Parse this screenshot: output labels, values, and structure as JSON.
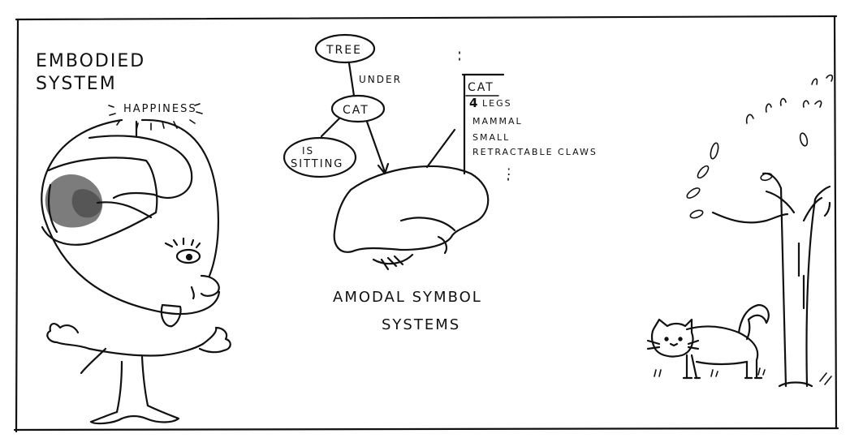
{
  "embodied": {
    "title_line1": "EMBODIED",
    "title_line2": "SYSTEM",
    "thought_label": "HAPPINESS"
  },
  "amodal": {
    "nodes": {
      "tree": "TREE",
      "cat": "CAT",
      "sitting_line1": "IS",
      "sitting_line2": "SITTING"
    },
    "edge_label": "UNDER",
    "list_header": "CAT",
    "list_items": [
      "LEGS",
      "MAMMAL",
      "SMALL",
      "RETRACTABLE CLAWS"
    ],
    "list_first_prefix": "4",
    "list_ellipsis": ":",
    "title_line1": "AMODAL SYMBOL",
    "title_line2": "SYSTEMS"
  }
}
